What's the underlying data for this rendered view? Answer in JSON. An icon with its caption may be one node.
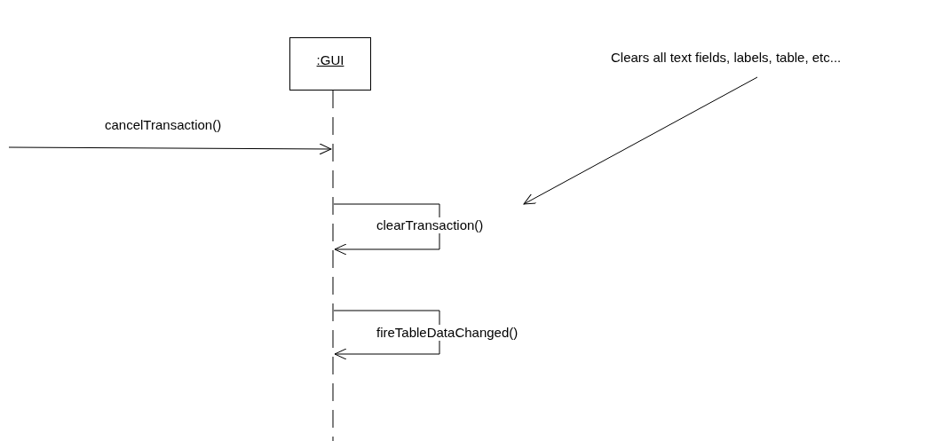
{
  "diagram": {
    "nodes": [
      {
        "text": [
          ":GUI"
        ]
      },
      {
        "text": [
          "Clears all text fields, labels, table, etc..."
        ]
      }
    ],
    "edges": [
      {
        "from": null,
        "to": 0,
        "arrow": "to",
        "label": "cancelTransaction()"
      },
      {
        "from": 0,
        "to": 0,
        "arrow": "to",
        "label": "clearTransaction()"
      },
      {
        "from": 0,
        "to": 0,
        "arrow": "to",
        "label": "fireTableDataChanged()"
      },
      {
        "from": 1,
        "to": null,
        "arrow": "to"
      }
    ]
  }
}
